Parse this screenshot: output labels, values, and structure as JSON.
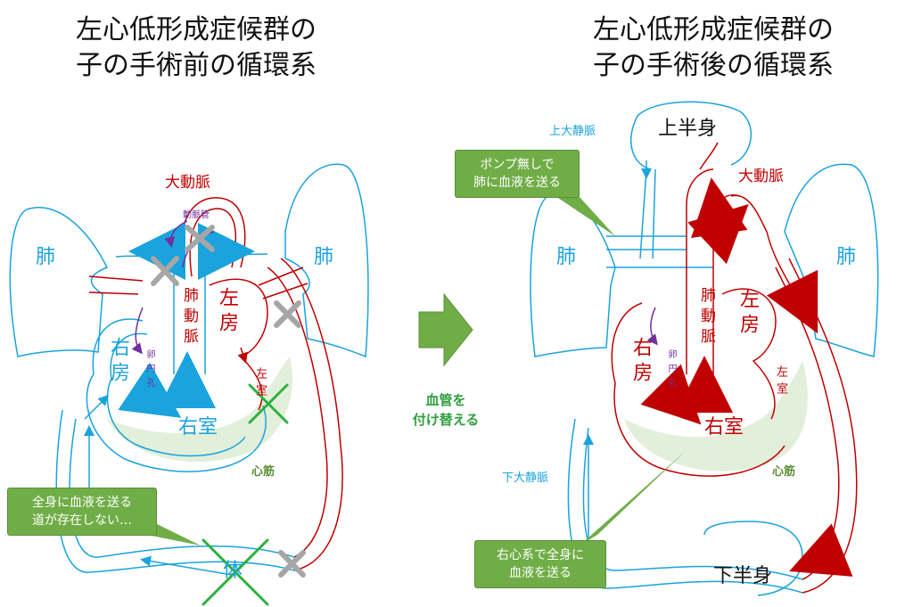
{
  "left_panel": {
    "title_line1": "左心低形成症候群の",
    "title_line2": "子の手術前の循環系",
    "aorta": "大動脈",
    "ductus": "動脈管",
    "lung_left": "肺",
    "lung_right": "肺",
    "pulmonary_artery": "肺動脈",
    "left_atrium": "左房",
    "right_atrium": "右房",
    "foramen_ovale": "卵円孔",
    "left_ventricle": "左室",
    "right_ventricle": "右室",
    "heart_muscle": "心筋",
    "body": "体",
    "callout_line1": "全身に血液を送る",
    "callout_line2": "道が存在しない…"
  },
  "middle": {
    "line1": "血管を",
    "line2": "付け替える"
  },
  "right_panel": {
    "title_line1": "左心低形成症候群の",
    "title_line2": "子の手術後の循環系",
    "upper_body": "上半身",
    "svc": "上大静脈",
    "aorta": "大動脈",
    "callout_top_line1": "ポンプ無しで",
    "callout_top_line2": "肺に血液を送る",
    "lung_left": "肺",
    "lung_right": "肺",
    "pulmonary_artery": "肺動脈",
    "left_atrium": "左房",
    "right_atrium": "右房",
    "foramen_ovale": "卵円孔",
    "left_ventricle": "左室",
    "right_ventricle": "右室",
    "heart_muscle": "心筋",
    "ivc": "下大静脈",
    "lower_body": "下半身",
    "callout_bottom_line1": "右心系で全身に",
    "callout_bottom_line2": "血液を送る"
  },
  "colors": {
    "venous_blue": "#1aa3dc",
    "arterial_red": "#c00000",
    "purple": "#7030a0",
    "green": "#70ad47",
    "gray": "#a6a6a6",
    "muscle": "#e2efda"
  }
}
